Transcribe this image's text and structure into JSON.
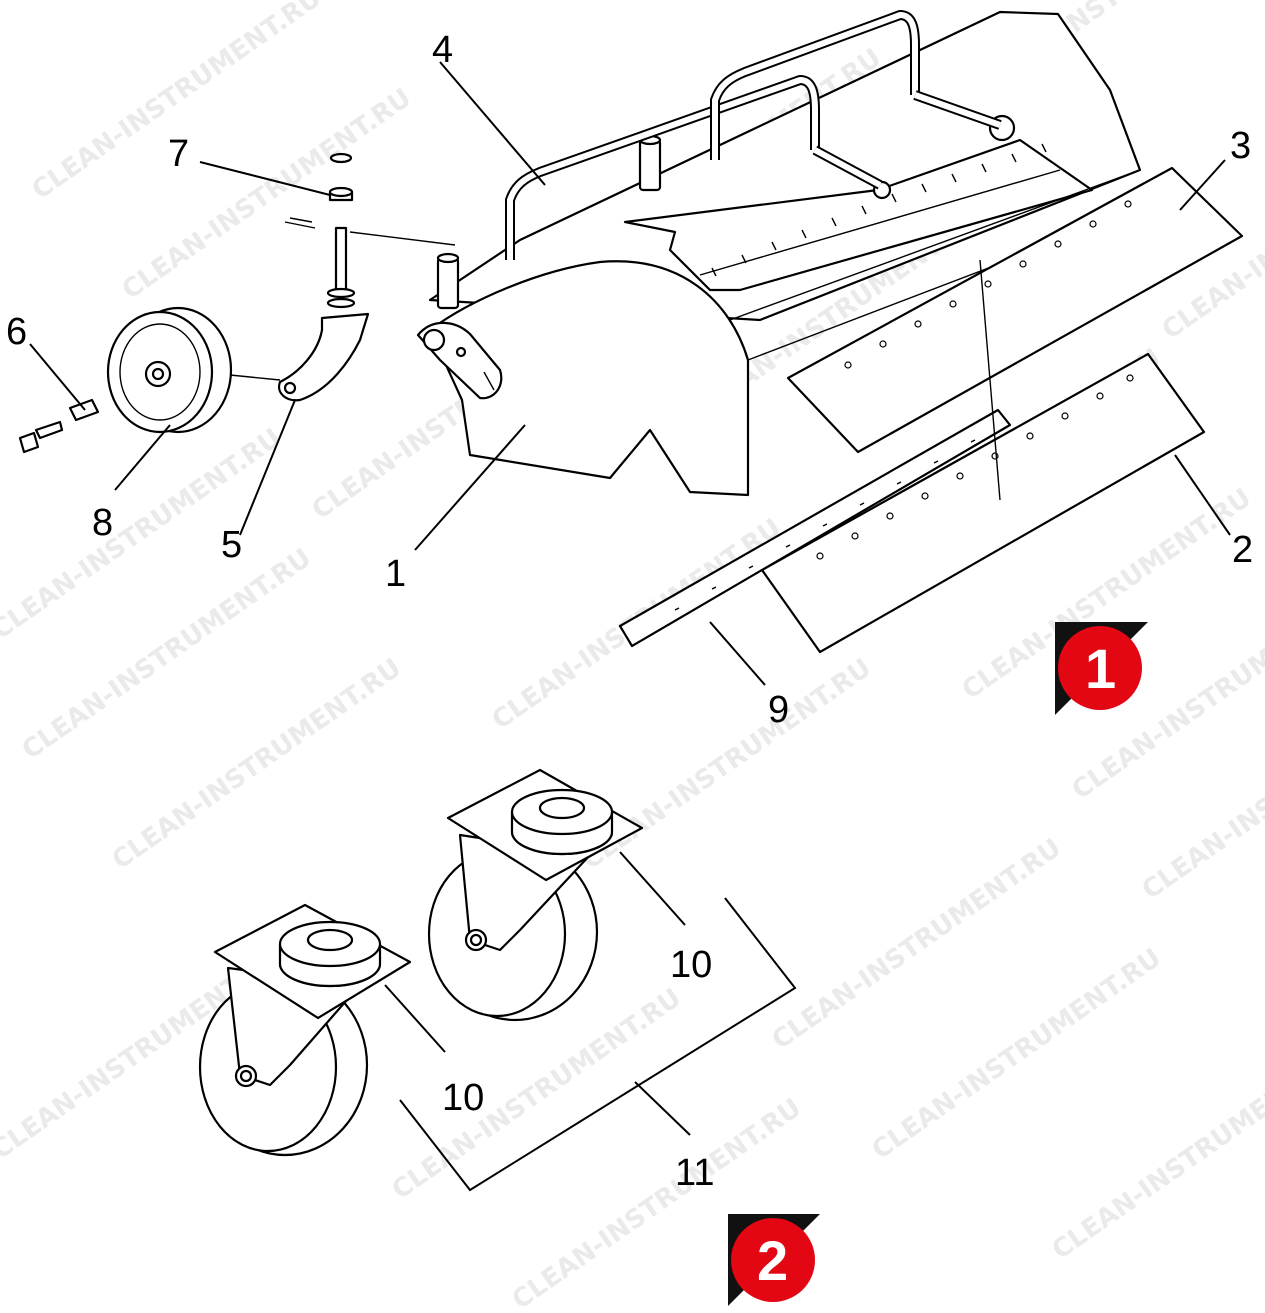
{
  "watermark": "CLEAN-INSTRUMENT.RU",
  "callouts": {
    "c1": "1",
    "c2": "2",
    "c3": "3",
    "c4": "4",
    "c5": "5",
    "c6": "6",
    "c7": "7",
    "c8": "8",
    "c9": "9",
    "c10a": "10",
    "c10b": "10",
    "c11": "11"
  },
  "badges": {
    "group1": "1",
    "group2": "2"
  },
  "colors": {
    "badge_red": "#e30613",
    "badge_dark": "#111111",
    "watermark": "#d9d9d9"
  }
}
